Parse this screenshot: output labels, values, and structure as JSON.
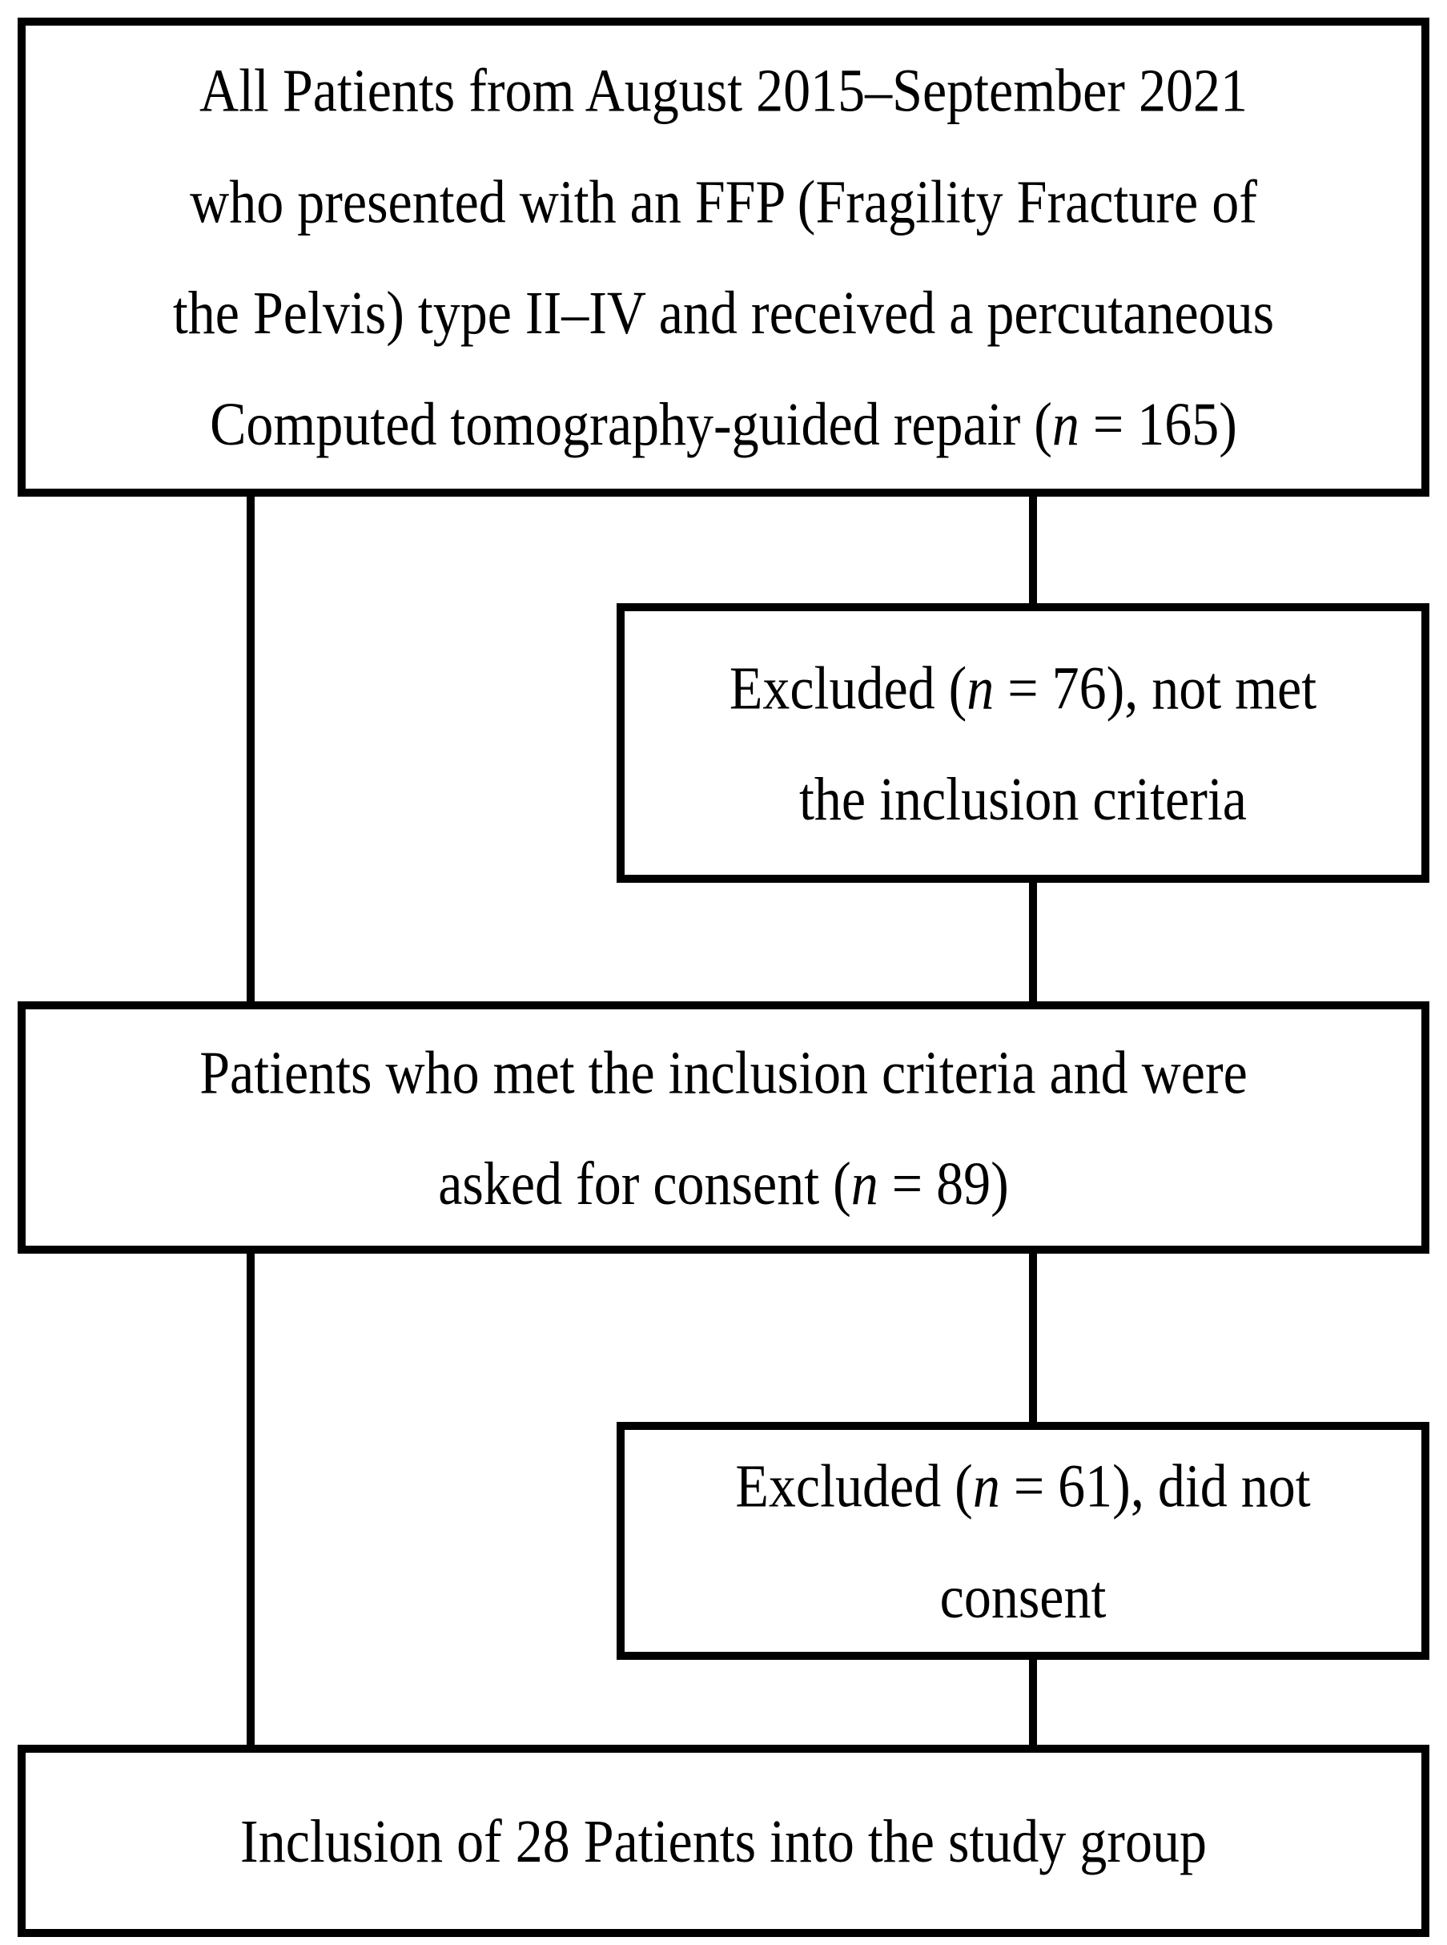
{
  "figure": {
    "type": "patient-flow-diagram",
    "background_color": "#ffffff",
    "line_color": "#000000",
    "counts": {
      "all_patients_screened": 165,
      "excluded_not_met_inclusion_criteria": 76,
      "met_criteria_asked_for_consent": 89,
      "excluded_did_not_consent": 61,
      "included_in_study_group": 28
    }
  },
  "boxes": [
    {
      "id": "enrollment",
      "lines": [
        [
          {
            "t": "All Patients from August 2015–September 2021"
          }
        ],
        [
          {
            "t": "who presented with an FFP (Fragility Fracture of"
          }
        ],
        [
          {
            "t": "the Pelvis) type II–IV and received a percutaneous"
          }
        ],
        [
          {
            "t": "Computed tomography-guided repair ("
          },
          {
            "t": "n",
            "i": true
          },
          {
            "t": " = 165)"
          }
        ]
      ]
    },
    {
      "id": "excluded-not-met-criteria",
      "lines": [
        [
          {
            "t": "Excluded ("
          },
          {
            "t": "n",
            "i": true
          },
          {
            "t": " = 76), not met"
          }
        ],
        [
          {
            "t": "the inclusion criteria"
          }
        ]
      ]
    },
    {
      "id": "consent-asked",
      "lines": [
        [
          {
            "t": "Patients who met the inclusion criteria and were"
          }
        ],
        [
          {
            "t": "asked for consent ("
          },
          {
            "t": "n",
            "i": true
          },
          {
            "t": " = 89)"
          }
        ]
      ]
    },
    {
      "id": "excluded-no-consent",
      "lines": [
        [
          {
            "t": "Excluded ("
          },
          {
            "t": "n",
            "i": true
          },
          {
            "t": " = 61), did not"
          }
        ],
        [
          {
            "t": "consent"
          }
        ]
      ]
    },
    {
      "id": "study-group-inclusion",
      "lines": [
        [
          {
            "t": "Inclusion of 28 Patients into the study group"
          }
        ]
      ]
    }
  ]
}
